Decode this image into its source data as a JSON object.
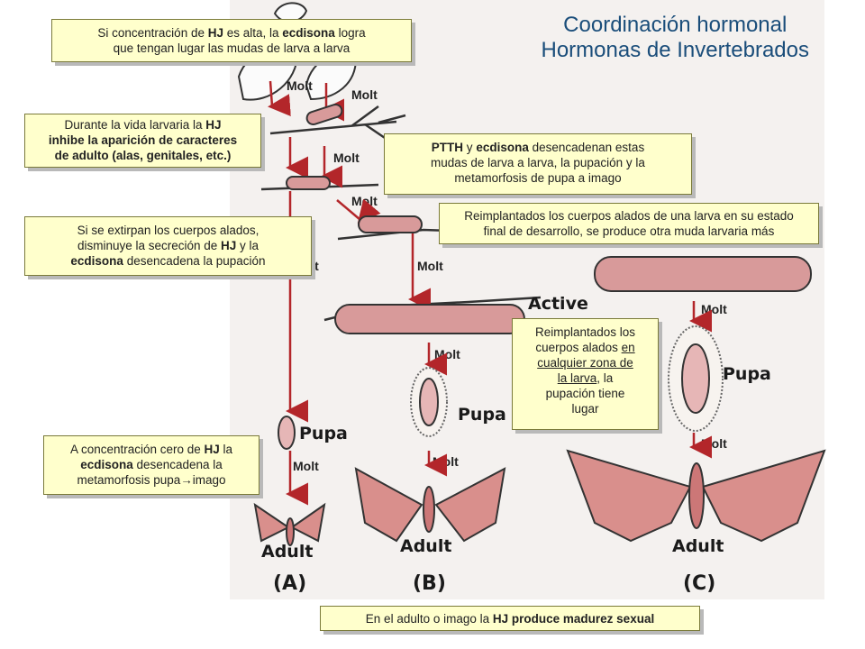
{
  "title": {
    "line1": "Coordinación hormonal",
    "line2": "Hormonas de Invertebrados"
  },
  "diagram_labels": {
    "molt": "Molt",
    "active": "Active",
    "pupa": "Pupa",
    "adult": "Adult",
    "col_a": "(A)",
    "col_b": "(B)",
    "col_c": "(C)"
  },
  "notes": {
    "n1": {
      "a": "Si concentración de ",
      "b": "HJ",
      "c": " es alta, la ",
      "d": "ecdisona",
      "e": " logra",
      "f": "que tengan lugar las mudas de larva a larva"
    },
    "n2": {
      "a": "Durante la vida larvaria la ",
      "b": "HJ",
      "c": "inhibe la aparición de caracteres",
      "d": "de adulto (alas, genitales, etc.)"
    },
    "n3": {
      "a": "PTTH",
      "b": " y ",
      "c": "ecdisona",
      "d": " desencadenan estas",
      "e": "mudas de larva a larva, la pupación y la",
      "f": "metamorfosis de pupa a imago"
    },
    "n4": {
      "a": "Reimplantados los cuerpos alados de una larva en su estado",
      "b": "final de desarrollo, se produce otra muda larvaria más"
    },
    "n5": {
      "a": "Si se extirpan los cuerpos alados,",
      "b": "disminuye la secreción de ",
      "c": "HJ",
      "d": " y la",
      "e": "ecdisona",
      "f": " desencadena la pupación"
    },
    "n6": {
      "a": "Reimplantados los",
      "b": "cuerpos alados ",
      "c": "en",
      "d": "cualquier zona de",
      "e": "la larva",
      "f": ", la",
      "g": "pupación tiene",
      "h": "lugar"
    },
    "n7": {
      "a": "A concentración cero de ",
      "b": "HJ",
      "c": " la",
      "d": "ecdisona",
      "e": " desencadena la",
      "f": "metamorfosis pupa",
      "g": "→",
      "h": "imago"
    },
    "n8": {
      "a": "En el adulto o imago la ",
      "b": "HJ produce madurez sexual"
    }
  },
  "colors": {
    "box_fill": "#ffffcc",
    "title": "#1a4d7a",
    "arrow": "#b3262a",
    "larva": "#d89a9a",
    "wing": "#d98f8c"
  }
}
